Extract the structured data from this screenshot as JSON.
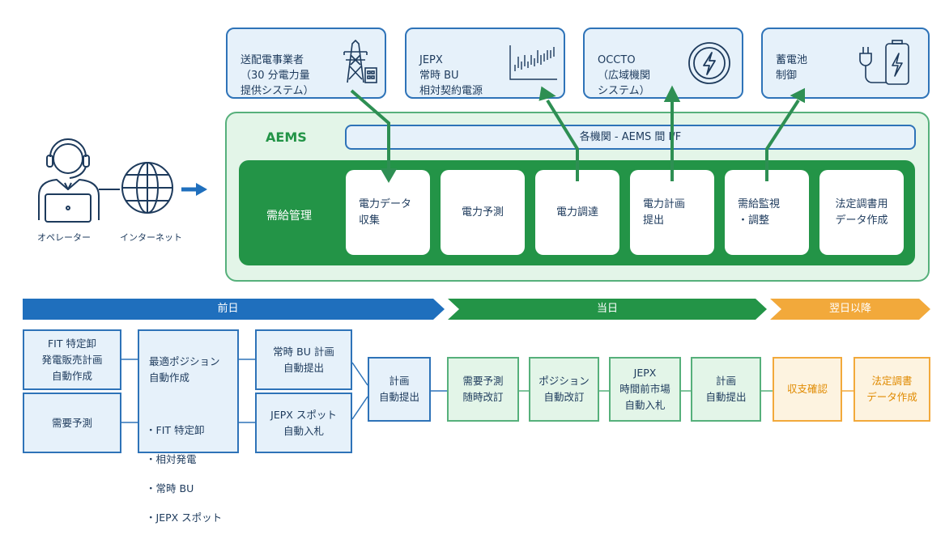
{
  "external_systems": [
    {
      "id": "grid",
      "label": "送配電事業者\n（30 分電力量\n提供システム）",
      "icon": "transmission-tower-icon"
    },
    {
      "id": "jepx",
      "label": "JEPX\n常時 BU\n相対契約電源",
      "icon": "market-chart-icon"
    },
    {
      "id": "occto",
      "label": "OCCTO\n（広域機関\nシステム）",
      "icon": "lightning-circle-icon"
    },
    {
      "id": "battery",
      "label": "蓄電池\n制御",
      "icon": "battery-plug-icon"
    }
  ],
  "aems": {
    "title": "AEMS",
    "interface_bar": "各機関 - AEMS 間 I/F",
    "inner_label": "需給管理",
    "functions": [
      {
        "label": "電力データ\n収集",
        "align": "left"
      },
      {
        "label": "電力予測",
        "align": "center"
      },
      {
        "label": "電力調達",
        "align": "center"
      },
      {
        "label": "電力計画\n提出",
        "align": "left"
      },
      {
        "label": "需給監視\n・調整",
        "align": "left"
      },
      {
        "label": "法定調書用\nデータ作成",
        "align": "center"
      }
    ]
  },
  "actors": {
    "operator_label": "オペレーター",
    "internet_label": "インターネット"
  },
  "timeline": {
    "phases": [
      {
        "label": "前日",
        "color": "#1f6fbd"
      },
      {
        "label": "当日",
        "color": "#239447"
      },
      {
        "label": "翌日以降",
        "color": "#f2a93b"
      }
    ]
  },
  "process": {
    "fit_plan": "FIT 特定卸\n発電販売計画\n自動作成",
    "demand_forecast": "需要予測",
    "optimal_position": {
      "title": "最適ポジション\n自動作成",
      "items": [
        "FIT 特定卸",
        "相対発電",
        "常時 BU",
        "JEPX スポット"
      ]
    },
    "bu_plan": "常時 BU 計画\n自動提出",
    "jepx_spot": "JEPX スポット\n自動入札",
    "plan_submit": "計画\n自動提出",
    "day_demand": "需要予測\n随時改訂",
    "day_position": "ポジション\n自動改訂",
    "day_jepx": "JEPX\n時間前市場\n自動入札",
    "day_plan": "計画\n自動提出",
    "balance_check": "収支確認",
    "legal_report": "法定調書\nデータ作成"
  },
  "colors": {
    "blue": "#2e73b8",
    "green": "#239447",
    "light_green": "#56b07b",
    "orange": "#f2a93b"
  }
}
